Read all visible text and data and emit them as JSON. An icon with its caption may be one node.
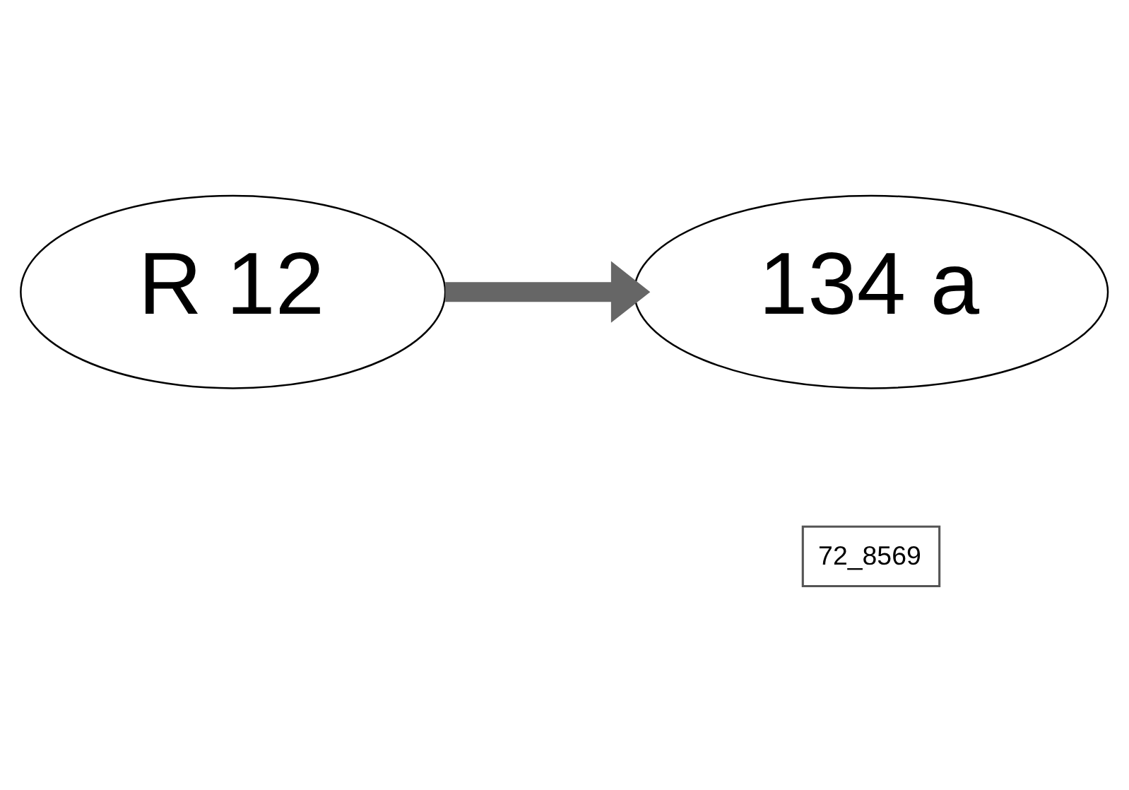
{
  "diagram": {
    "nodes": [
      {
        "text": [
          "R 12"
        ]
      },
      {
        "text": [
          "134 a"
        ]
      }
    ],
    "edges": [
      {
        "from": 0,
        "to": 1,
        "arrow": "to",
        "color": "#666666"
      }
    ],
    "labels": [
      "72_8569"
    ]
  }
}
